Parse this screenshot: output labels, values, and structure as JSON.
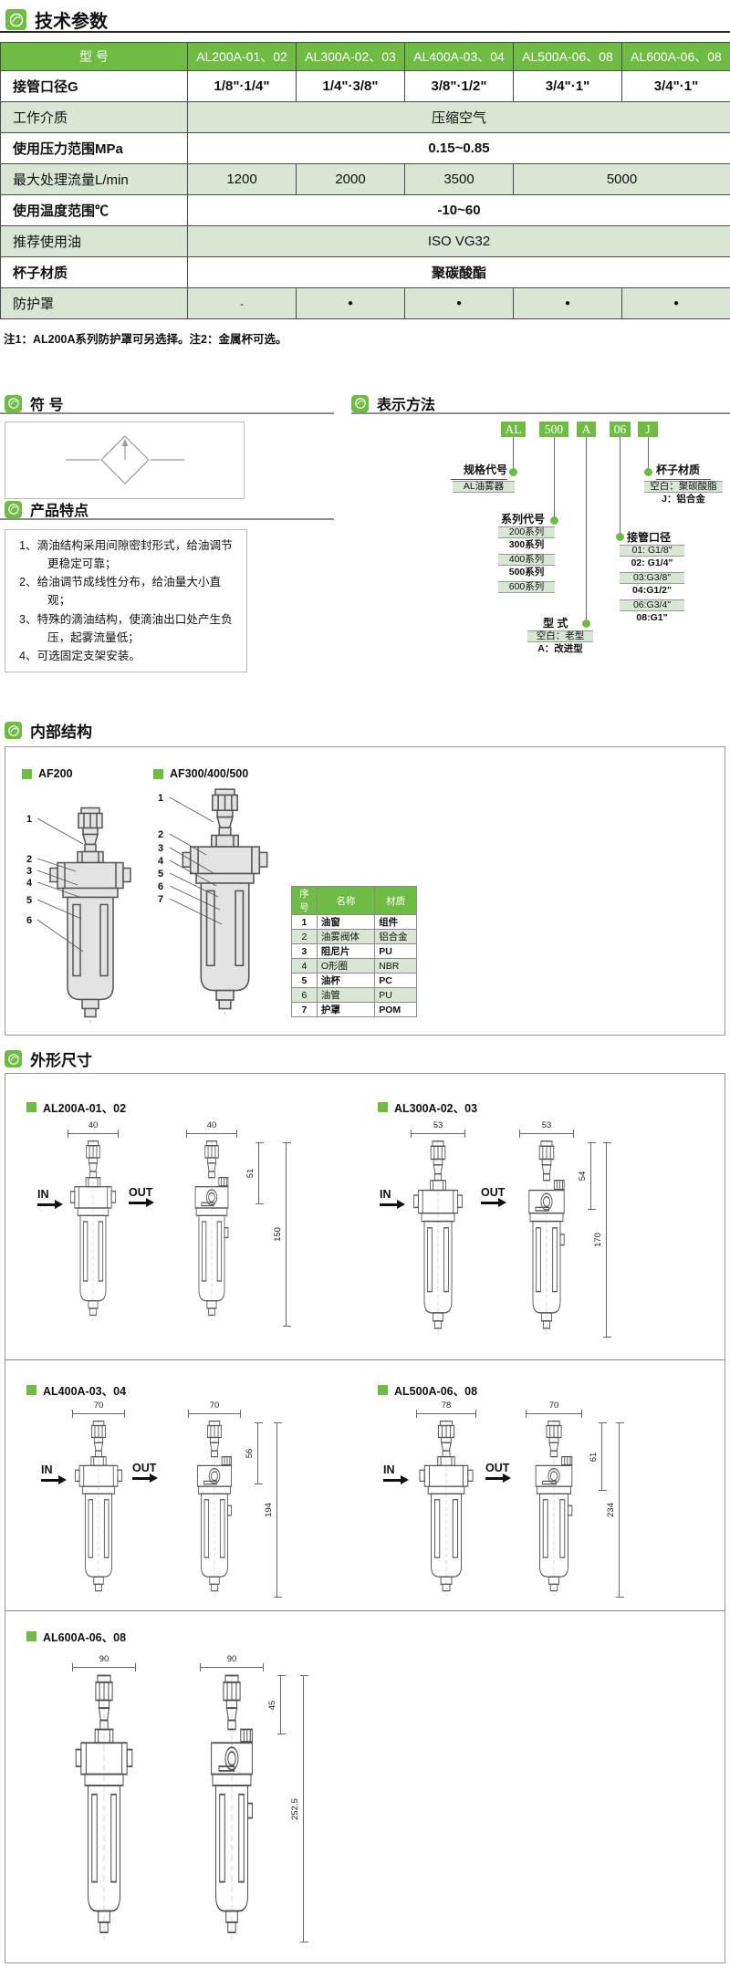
{
  "colors": {
    "green": "#6fbc45",
    "light_green": "#d7e7d4"
  },
  "page_title": "技术参数",
  "spec_table": {
    "col_headers": [
      "型  号",
      "AL200A-01、02",
      "AL300A-02、03",
      "AL400A-03、04",
      "AL500A-06、08",
      "AL600A-06、08"
    ],
    "rows": {
      "port": {
        "label": "接管口径G",
        "values": [
          "1/8\"·1/4\"",
          "1/4\"·3/8\"",
          "3/8\"·1/2\"",
          "3/4\"·1\"",
          "3/4\"·1\""
        ]
      },
      "medium": {
        "label": "工作介质",
        "value": "压缩空气"
      },
      "pressure": {
        "label": "使用压力范围MPa",
        "value": "0.15~0.85"
      },
      "flow": {
        "label": "最大处理流量L/min",
        "values": [
          "1200",
          "2000",
          "3500",
          "5000"
        ]
      },
      "temp": {
        "label": "使用温度范围℃",
        "value": "-10~60"
      },
      "oil": {
        "label": "推荐使用油",
        "value": "ISO VG32"
      },
      "cup": {
        "label": "杯子材质",
        "value": "聚碳酸酯"
      },
      "guard": {
        "label": "防护罩",
        "values": [
          "-",
          "●",
          "●",
          "●",
          "●"
        ]
      }
    },
    "note": "注1：AL200A系列防护罩可另选择。注2：金属杯可选。"
  },
  "symbol_section": {
    "title": "符  号"
  },
  "ordering": {
    "title": "表示方法",
    "code": [
      "AL",
      "500",
      "A",
      "06",
      "J"
    ],
    "spec": {
      "label": "规格代号",
      "item": "AL油雾器"
    },
    "series": {
      "label": "系列代号",
      "items": [
        "200系列",
        "300系列",
        "400系列",
        "500系列",
        "600系列"
      ]
    },
    "type": {
      "label": "型  式",
      "items": [
        "空白：老型",
        "A：改进型"
      ]
    },
    "port": {
      "label": "接管口径",
      "items": [
        "01: G1/8\"",
        "02: G1/4\"",
        "03:G3/8\"",
        "04:G1/2\"",
        "06:G3/4\"",
        "08:G1\""
      ]
    },
    "cup": {
      "label": "杯子材质",
      "items": [
        "空白：聚碳酸脂",
        "J：铝合金"
      ]
    }
  },
  "features": {
    "title": "产品特点",
    "items": [
      "1、滴油结构采用间隙密封形式，给油调节更稳定可靠；",
      "2、给油调节成线性分布，给油量大小直观；",
      "3、特殊的滴油结构，使滴油出口处产生负压，起雾流量低；",
      "4、可选固定支架安装。"
    ]
  },
  "internal": {
    "title": "内部结构",
    "diagram_a": {
      "label": "AF200",
      "callouts": [
        "1",
        "2",
        "3",
        "4",
        "5",
        "6"
      ]
    },
    "diagram_b": {
      "label": "AF300/400/500",
      "callouts": [
        "1",
        "2",
        "3",
        "4",
        "5",
        "6",
        "7"
      ]
    },
    "parts_table": {
      "headers": [
        "序号",
        "名称",
        "材质"
      ],
      "rows": [
        {
          "no": "1",
          "name": "油窗",
          "material": "组件"
        },
        {
          "no": "2",
          "name": "油雾阀体",
          "material": "铝合金"
        },
        {
          "no": "3",
          "name": "阻尼片",
          "material": "PU"
        },
        {
          "no": "4",
          "name": "O形圈",
          "material": "NBR"
        },
        {
          "no": "5",
          "name": "油杯",
          "material": "PC"
        },
        {
          "no": "6",
          "name": "油管",
          "material": "PU"
        },
        {
          "no": "7",
          "name": "护罩",
          "material": "POM"
        }
      ]
    }
  },
  "dimensions": {
    "title": "外形尺寸",
    "drawings": [
      {
        "label": "AL200A-01、02",
        "in": "IN",
        "out": "OUT",
        "front_width": "40",
        "side_width": "40",
        "upper_height": "51",
        "total_height": "150"
      },
      {
        "label": "AL300A-02、03",
        "in": "IN",
        "out": "OUT",
        "front_width": "53",
        "side_width": "53",
        "upper_height": "54",
        "total_height": "170"
      },
      {
        "label": "AL400A-03、04",
        "in": "IN",
        "out": "OUT",
        "front_width": "70",
        "side_width": "70",
        "upper_height": "56",
        "total_height": "194"
      },
      {
        "label": "AL500A-06、08",
        "in": "IN",
        "out": "OUT",
        "front_width": "78",
        "side_width": "70",
        "upper_height": "61",
        "total_height": "234"
      },
      {
        "label": "AL600A-06、08",
        "front_width": "90",
        "side_width": "90",
        "upper_height": "45",
        "total_height": "252.5"
      }
    ]
  }
}
